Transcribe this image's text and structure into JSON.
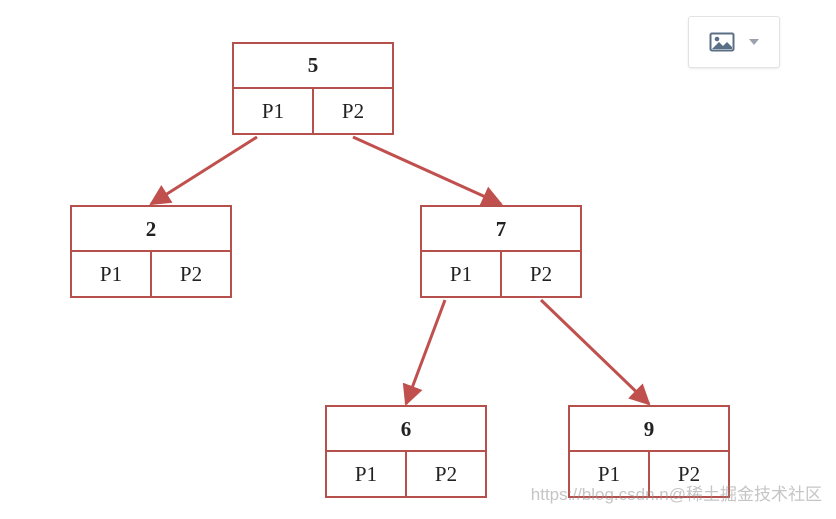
{
  "tree": {
    "nodes": [
      {
        "id": "n5",
        "key": "5",
        "p1": "P1",
        "p2": "P2"
      },
      {
        "id": "n2",
        "key": "2",
        "p1": "P1",
        "p2": "P2"
      },
      {
        "id": "n7",
        "key": "7",
        "p1": "P1",
        "p2": "P2"
      },
      {
        "id": "n6",
        "key": "6",
        "p1": "P1",
        "p2": "P2"
      },
      {
        "id": "n9",
        "key": "9",
        "p1": "P1",
        "p2": "P2"
      }
    ],
    "edges": [
      {
        "from": "n5",
        "pointer": "p1",
        "to": "n2"
      },
      {
        "from": "n5",
        "pointer": "p2",
        "to": "n7"
      },
      {
        "from": "n7",
        "pointer": "p1",
        "to": "n6"
      },
      {
        "from": "n7",
        "pointer": "p2",
        "to": "n9"
      }
    ],
    "colors": {
      "node_stroke": "#b5504d",
      "edge": "#c0504d"
    }
  },
  "toolbar": {
    "image_icon": "image-icon",
    "dropdown_icon": "caret-down-icon"
  },
  "watermark": "https://blog.csdn.n@稀土掘金技术社区"
}
